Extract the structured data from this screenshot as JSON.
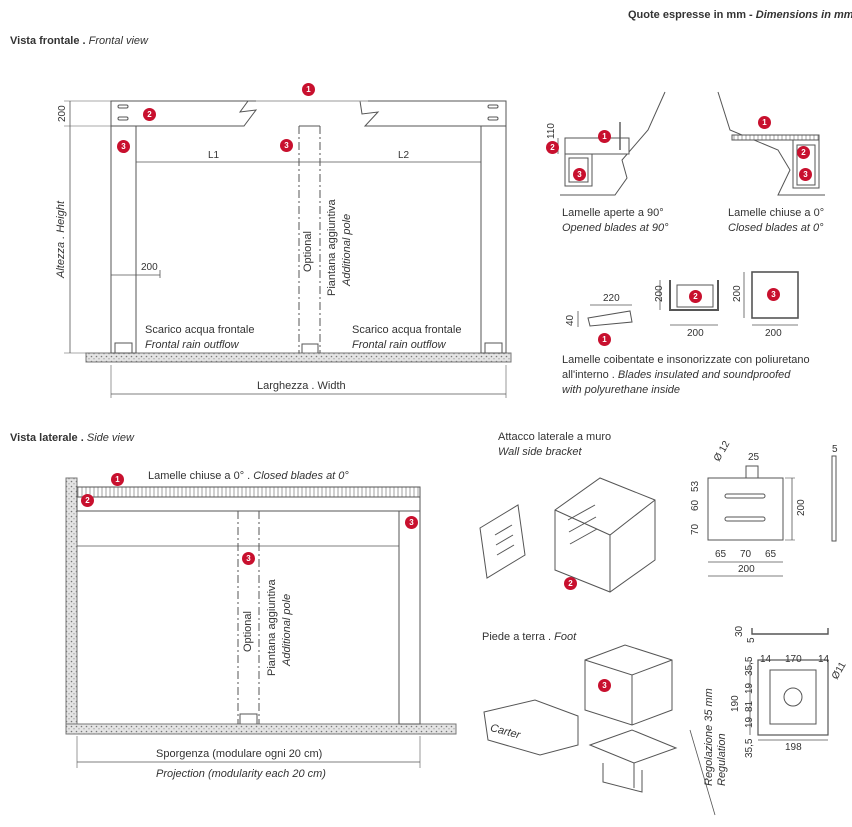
{
  "header": {
    "units_it": "Quote espresse in mm",
    "units_sep": " - ",
    "units_en": "Dimensions in mm"
  },
  "front": {
    "title_it": "Vista frontale",
    "title_sep": " . ",
    "title_en": "Frontal view",
    "dim_200_top": "200",
    "dim_l1": "L1",
    "dim_l2": "L2",
    "dim_200_post": "200",
    "height_label": "Altezza . Height",
    "optional": "Optional",
    "pole_it": "Piantana aggiuntiva",
    "pole_en": "Additional pole",
    "rain_left_it": "Scarico acqua frontale",
    "rain_left_en": "Frontal rain outflow",
    "rain_right_it": "Scarico acqua frontale",
    "rain_right_en": "Frontal rain outflow",
    "width_label": "Larghezza . Width"
  },
  "blades": {
    "open_it": "Lamelle aperte a 90°",
    "open_en": "Opened blades at 90°",
    "closed_it": "Lamelle chiuse a 0°",
    "closed_en": "Closed blades at 0°",
    "dim_110": "110",
    "dim_220": "220",
    "dim_40": "40",
    "dim_beam_h": "200",
    "dim_beam_w": "200",
    "dim_post_h": "200",
    "dim_post_w": "200",
    "insulated_1": "Lamelle coibentate e insonorizzate con poliuretano",
    "insulated_2": "all'interno . ",
    "insulated_2_en": "Blades insulated and soundproofed",
    "insulated_3": "with polyurethane inside"
  },
  "side": {
    "title_it": "Vista laterale",
    "title_sep": " . ",
    "title_en": "Side view",
    "closed_it": "Lamelle chiuse a 0° . ",
    "closed_en": "Closed blades at 0°",
    "optional": "Optional",
    "pole_it": "Piantana aggiuntiva",
    "pole_en": "Additional pole",
    "projection_it": "Sporgenza (modulare ogni 20 cm)",
    "projection_en": "Projection (modularity each 20 cm)"
  },
  "bracket": {
    "title_it": "Attacco laterale a muro",
    "title_en": "Wall side bracket",
    "d12": "Ø 12",
    "d25": "25",
    "d53": "53",
    "d60": "60",
    "d70v": "70",
    "d200v": "200",
    "d65a": "65",
    "d70": "70",
    "d65b": "65",
    "d200": "200",
    "d5": "5"
  },
  "foot": {
    "title_it": "Piede a terra",
    "title_sep": " . ",
    "title_en": "Foot",
    "carter": "Carter",
    "d30": "30",
    "d5": "5",
    "d35a": "35,5",
    "d14a": "14",
    "d170": "170",
    "d14b": "14",
    "d11": "Ø11",
    "d19a": "19",
    "d81": "81",
    "d19b": "19",
    "d190": "190",
    "d35b": "35,5",
    "d198": "198",
    "regulation_it": "Regolazione 35 mm",
    "regulation_en": "Regulation"
  },
  "badges": {
    "one": "1",
    "two": "2",
    "three": "3"
  },
  "colors": {
    "badge": "#c8102e",
    "line": "#555555",
    "ground": "#d9d9d9"
  }
}
